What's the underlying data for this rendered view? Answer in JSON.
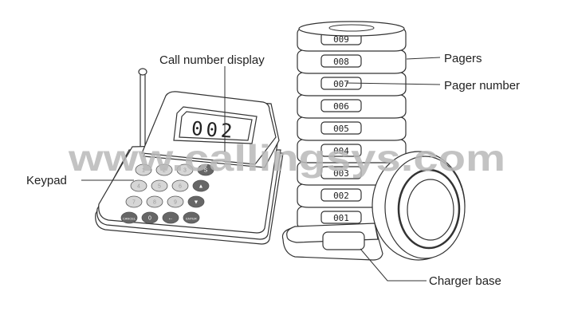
{
  "labels": {
    "call_number_display": "Call number display",
    "keypad": "Keypad",
    "pagers": "Pagers",
    "pager_number": "Pager number",
    "charger_base": "Charger base"
  },
  "display_value": "002",
  "pager_numbers": [
    "009",
    "008",
    "007",
    "006",
    "005",
    "004",
    "003",
    "002",
    "001"
  ],
  "watermark": "www.callingsys.com",
  "keypad_keys": [
    "1",
    "2",
    "3",
    "S",
    "4",
    "5",
    "6",
    "▲",
    "7",
    "8",
    "9",
    "▼",
    "CANCEL",
    "0",
    "←",
    "ENTER"
  ],
  "colors": {
    "line": "#333333",
    "text": "#222222",
    "watermark": "#b9b9b9",
    "key_dark": "#666666",
    "key_light": "#d6d6d6"
  }
}
